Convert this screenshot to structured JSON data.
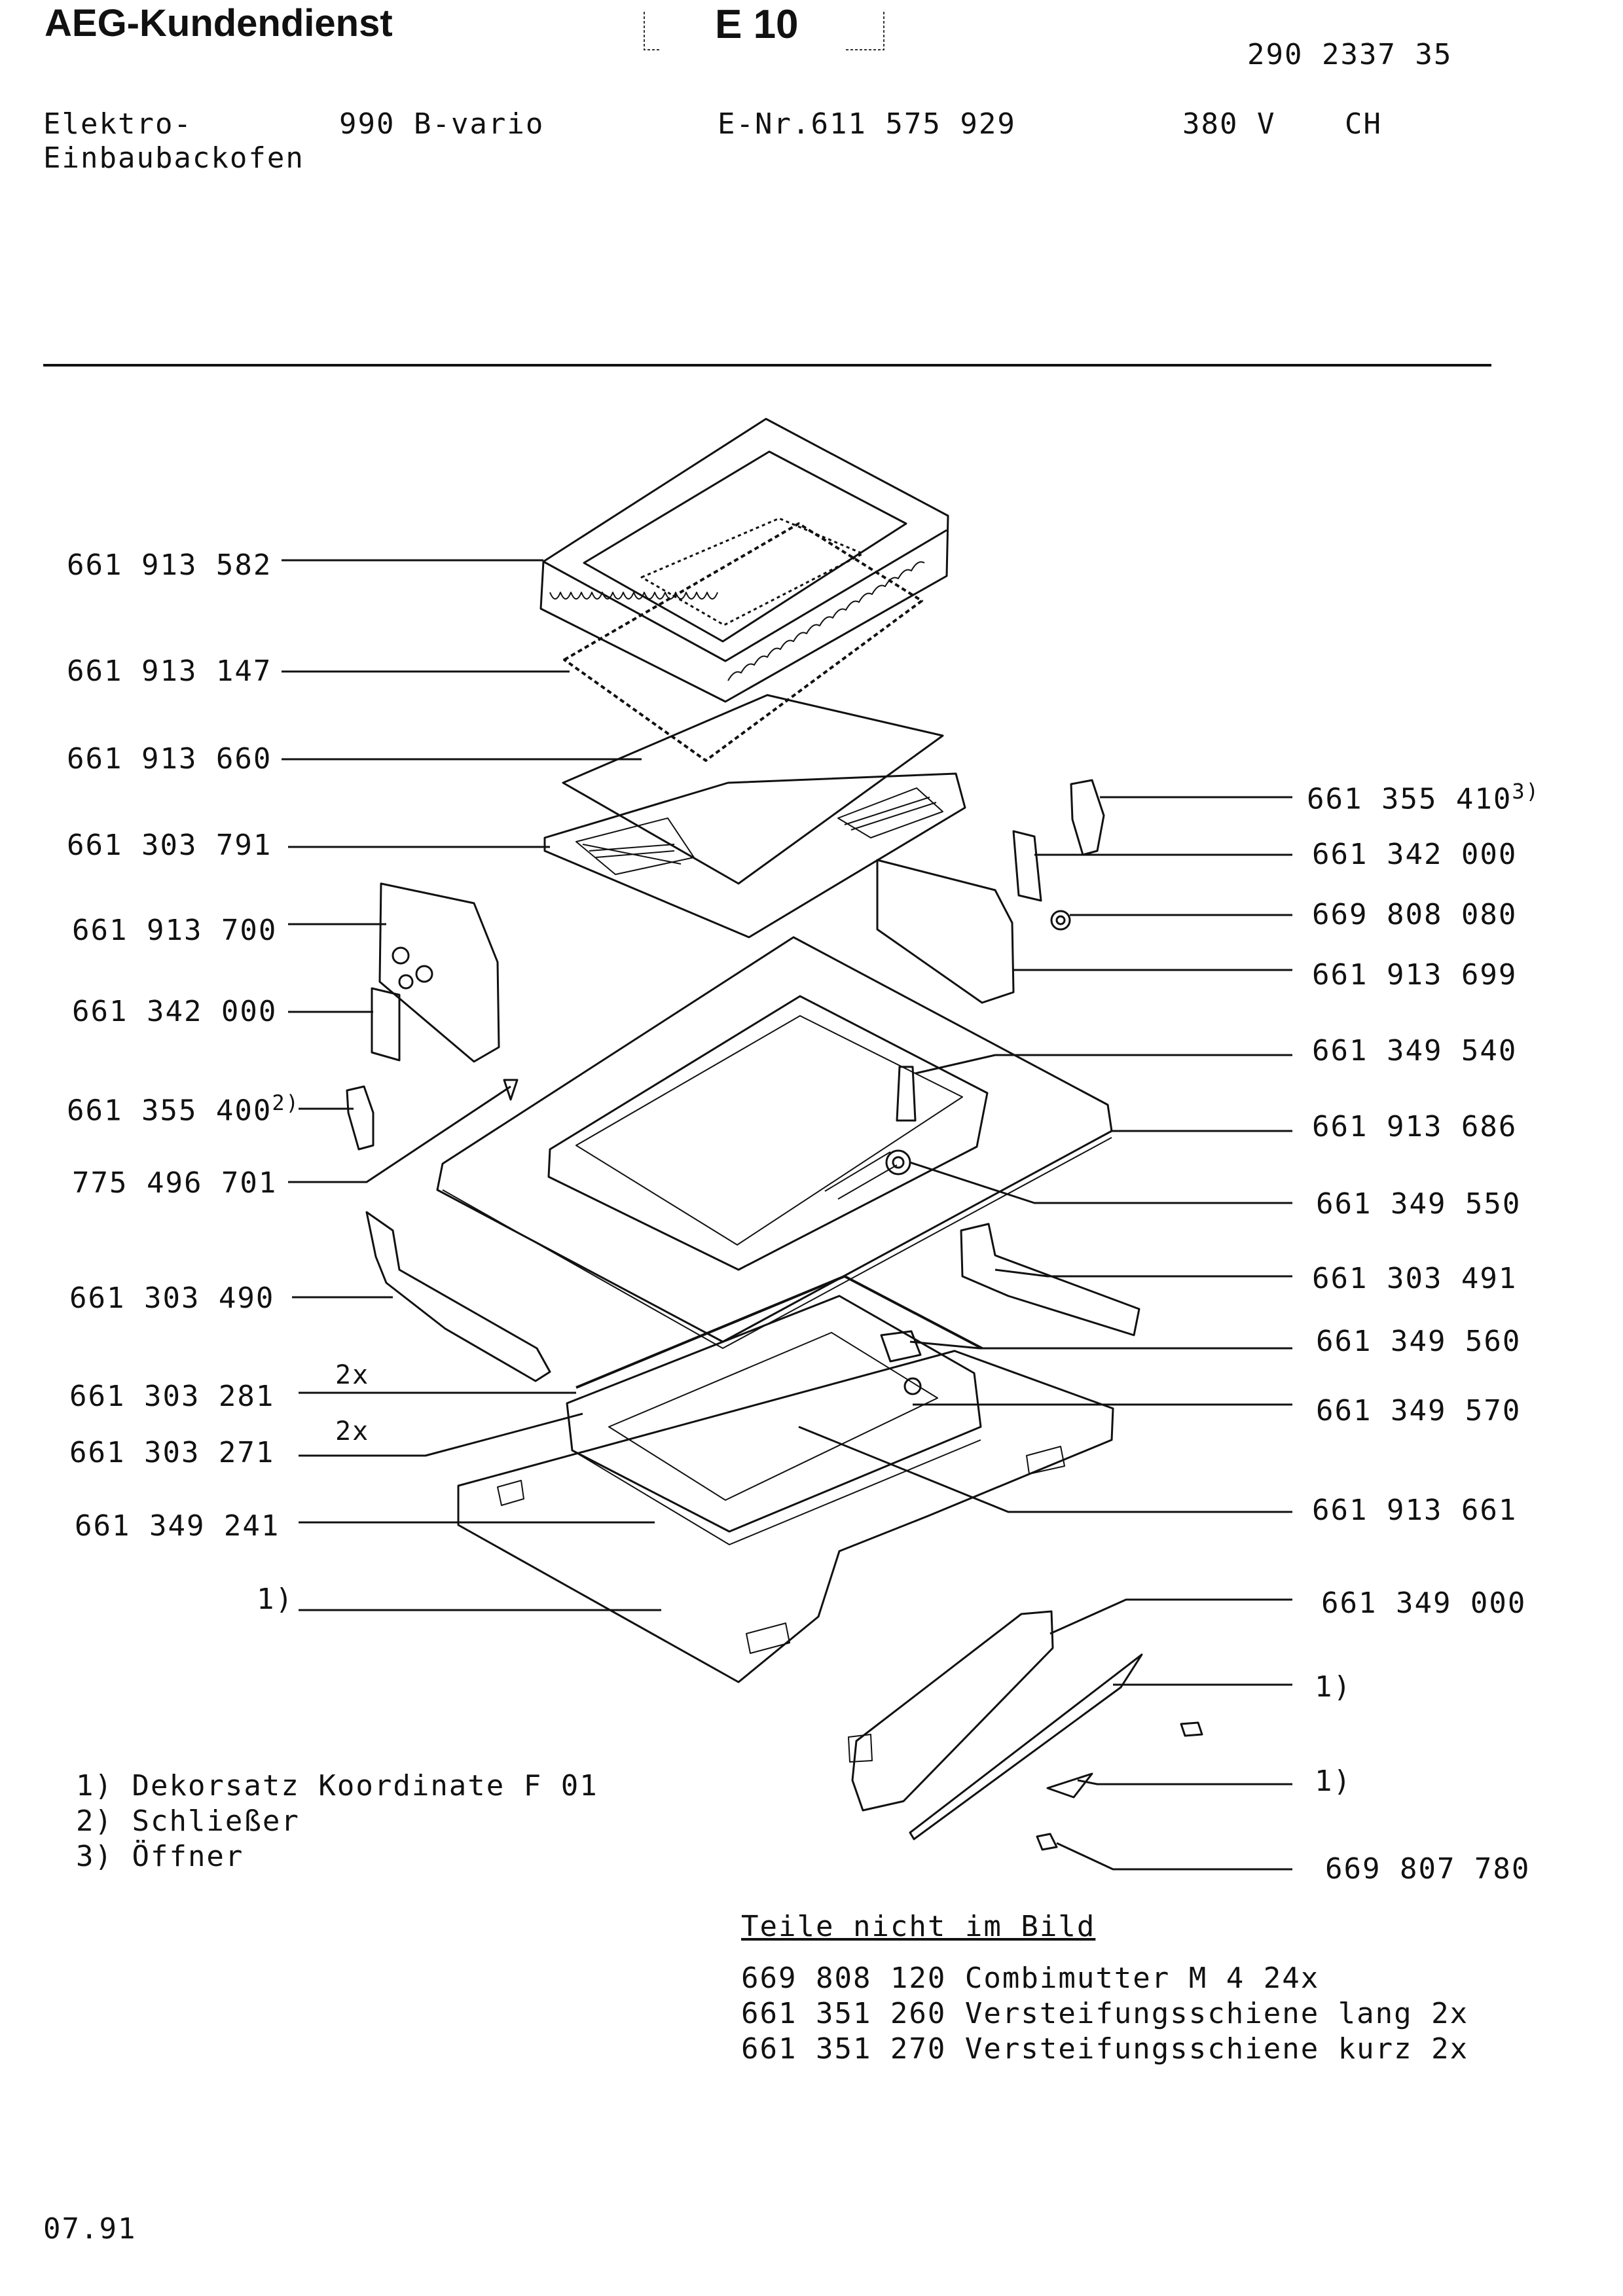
{
  "header": {
    "brand": "AEG-Kundendienst",
    "sheet": "E 10",
    "doc_number": "290 2337 35",
    "product_line1": "Elektro-",
    "product_line2": "Einbaubackofen",
    "model": "990 B-vario",
    "e_nr": "E-Nr.611 575 929",
    "voltage": "380 V",
    "country": "CH"
  },
  "left_labels": [
    {
      "text": "661 913 582"
    },
    {
      "text": "661 913 147"
    },
    {
      "text": "661 913 660"
    },
    {
      "text": "661 303 791"
    },
    {
      "text": "661 913 700"
    },
    {
      "text": "661 342 000"
    },
    {
      "text": "661 355 400",
      "sup": "2)"
    },
    {
      "text": "775 496 701"
    },
    {
      "text": "661 303 490"
    },
    {
      "text": "661 303 281",
      "qty": "2x"
    },
    {
      "text": "661 303 271",
      "qty": "2x"
    },
    {
      "text": "661 349 241"
    },
    {
      "text": "1)"
    }
  ],
  "right_labels": [
    {
      "text": "661 355 410",
      "sup": "3)"
    },
    {
      "text": "661 342 000"
    },
    {
      "text": "669 808 080"
    },
    {
      "text": "661 913 699"
    },
    {
      "text": "661 349 540"
    },
    {
      "text": "661 913 686"
    },
    {
      "text": "661 349 550"
    },
    {
      "text": "661 303 491"
    },
    {
      "text": "661 349 560"
    },
    {
      "text": "661 349 570"
    },
    {
      "text": "661 913 661"
    },
    {
      "text": "661 349 000"
    },
    {
      "text": "1)"
    },
    {
      "text": "1)"
    },
    {
      "text": "669 807 780"
    }
  ],
  "notes": [
    "1) Dekorsatz Koordinate F 01",
    "2) Schließer",
    "3) Öffner"
  ],
  "extra_parts": {
    "title": "Teile nicht im Bild",
    "items": [
      "669 808 120 Combimutter M 4 24x",
      "661 351 260 Versteifungsschiene lang 2x",
      "661 351 270 Versteifungsschiene kurz 2x"
    ]
  },
  "footer": {
    "date": "07.91"
  }
}
